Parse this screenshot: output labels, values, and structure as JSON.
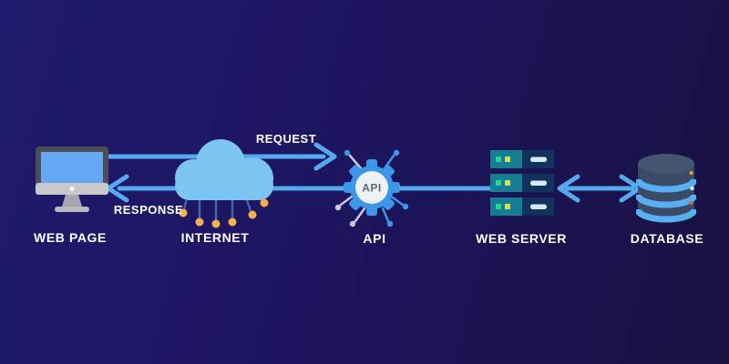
{
  "diagram": {
    "nodes": [
      {
        "label": "WEB PAGE",
        "icon": "desktop-monitor-icon"
      },
      {
        "label": "INTERNET",
        "icon": "internet-cloud-icon"
      },
      {
        "label": "API",
        "icon": "api-gear-icon",
        "badge_text": "API"
      },
      {
        "label": "WEB SERVER",
        "icon": "server-rack-icon"
      },
      {
        "label": "DATABASE",
        "icon": "database-cylinder-icon"
      }
    ],
    "edges": [
      {
        "label": "REQUEST",
        "from": "WEB PAGE",
        "to": "API",
        "arrow": "right"
      },
      {
        "label": "RESPONSE",
        "from": "API",
        "to": "WEB PAGE",
        "arrow": "left"
      },
      {
        "label": "",
        "from": "API",
        "to": "WEB SERVER",
        "arrow": "line"
      },
      {
        "label": "",
        "from": "WEB SERVER",
        "to": "DATABASE",
        "arrow": "both"
      }
    ],
    "colors": {
      "background_left": "#201a6e",
      "background_right": "#191140",
      "arrow": "#55a9ef",
      "label_text": "#ffffff",
      "cloud": "#7cc4f1",
      "cloud_node_dot": "#f3b04c",
      "gear": "#3d96e8",
      "gear_inner": "#eef2f6",
      "gear_text": "#67676d",
      "monitor_frame": "#4d4d57",
      "monitor_screen": "#63a6f2",
      "monitor_bezel": "#c9c9cd",
      "server_teal": "#157f91",
      "server_navy": "#10325c",
      "server_light_green": "#2fd0a2",
      "server_yellow": "#d3de59",
      "database_body": "#3a4b66",
      "database_band": "#58aef3"
    }
  }
}
